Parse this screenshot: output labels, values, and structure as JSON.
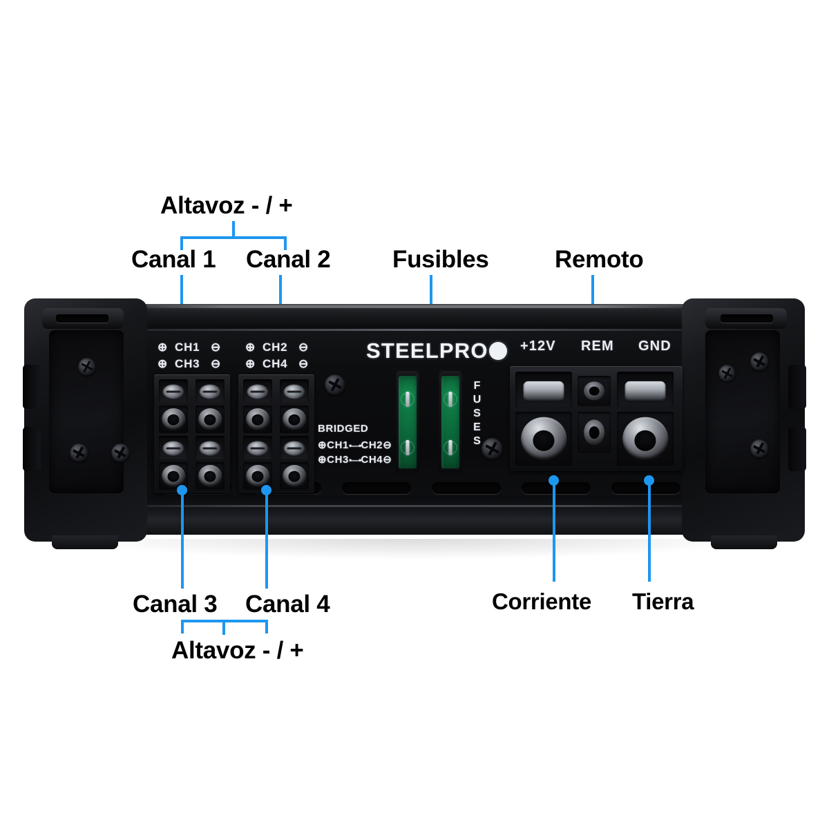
{
  "annotations": {
    "top_left_group_label": "Altavoz - / +",
    "channel_1": "Canal 1",
    "channel_2": "Canal 2",
    "fuses_label": "Fusibles",
    "remote_label": "Remoto",
    "channel_3": "Canal 3",
    "channel_4": "Canal 4",
    "bottom_group_label": "Altavoz - / +",
    "power_label": "Corriente",
    "ground_label": "Tierra",
    "accent_color": "#1e96f0"
  },
  "device": {
    "brand": "STEELPRO",
    "silkscreen": {
      "ch1": "CH1",
      "ch2": "CH2",
      "ch3": "CH3",
      "ch4": "CH4",
      "plus_symbol": "⊕",
      "minus_symbol": "⊖",
      "bridged_title": "BRIDGED",
      "bridged_row1_left": "⊕CH1",
      "bridged_row1_link": "•—•",
      "bridged_row1_right": "CH2⊖",
      "bridged_row2_left": "⊕CH3",
      "bridged_row2_link": "•—•",
      "bridged_row2_right": "CH4⊖",
      "fuses_vertical": "FUSES",
      "power_plus12v": "+12V",
      "power_rem": "REM",
      "power_gnd": "GND"
    },
    "colors": {
      "fuse_green": "#0d7441",
      "body_black": "#0c0d0f",
      "silkscreen_white": "#e9ecf1"
    }
  }
}
